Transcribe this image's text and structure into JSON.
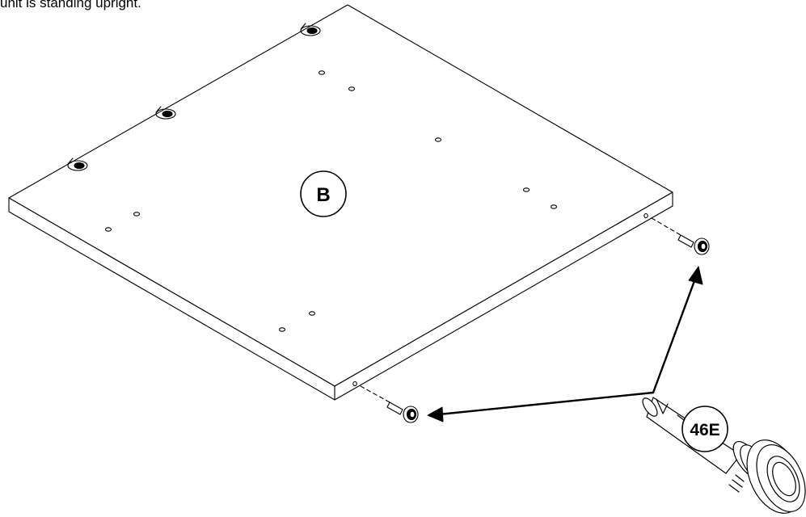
{
  "instruction": {
    "text": "unit is standing upright."
  },
  "callouts": {
    "panel_label": "B",
    "part_label": "46E"
  },
  "colors": {
    "line": "#000000",
    "background": "#ffffff"
  }
}
